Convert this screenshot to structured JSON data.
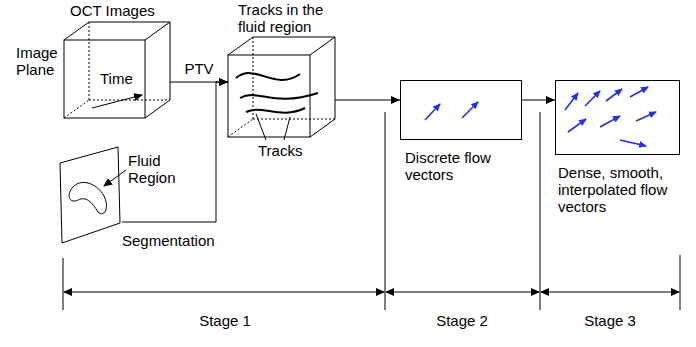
{
  "diagram": {
    "nodes": [
      {
        "text": [
          "OCT Images"
        ]
      },
      {
        "text": [
          "Tracks in the fluid region",
          "Tracks"
        ]
      },
      {
        "text": [
          "Segmentation",
          "Fluid Region"
        ]
      },
      {
        "text": [
          "Discrete flow vectors"
        ]
      },
      {
        "text": [
          "Dense, smooth, interpolated flow vectors"
        ]
      }
    ],
    "edges": [
      {
        "from": 0,
        "to": 1,
        "label": "PTV",
        "arrow": "to"
      },
      {
        "from": 2,
        "to": 1,
        "arrow": "to"
      },
      {
        "from": 1,
        "to": 3,
        "arrow": "to"
      },
      {
        "from": 3,
        "to": 4,
        "arrow": "to"
      }
    ],
    "labels": [
      "Image Plane",
      "Time",
      "Stage 1",
      "Stage 2",
      "Stage 3"
    ]
  }
}
